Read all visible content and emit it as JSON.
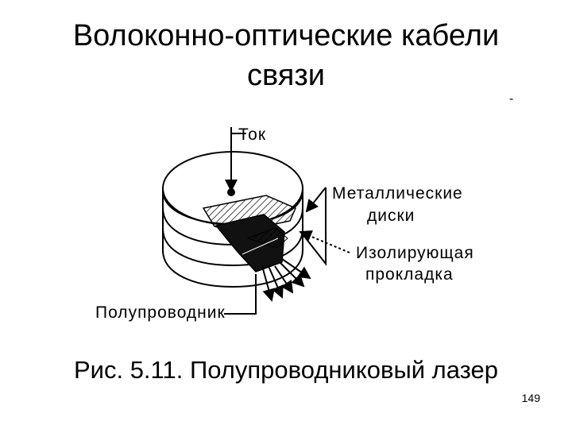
{
  "title": {
    "line1": "Волоконно-оптические кабели",
    "line2": "связи"
  },
  "mark": "-",
  "diagram": {
    "labels": {
      "current": "Ток",
      "metal_disks_1": "Металлические",
      "metal_disks_2": "диски",
      "insulating_1": "Изолирующая",
      "insulating_2": "прокладка",
      "semiconductor": "Полупроводник"
    }
  },
  "caption": "Рис. 5.11. Полупроводниковый лазер",
  "page_number": "149"
}
